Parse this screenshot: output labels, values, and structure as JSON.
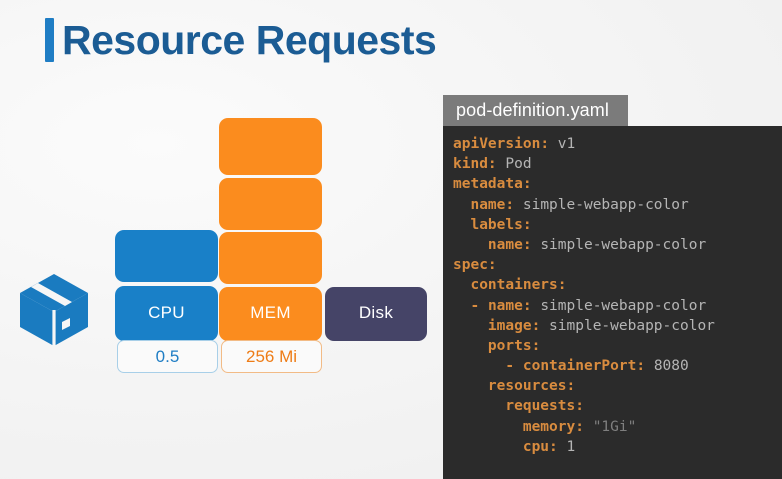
{
  "slide": {
    "background_color": "#f4f4f4",
    "title": "Resource Requests",
    "accent_color": "#1f7dc4",
    "title_color": "#1b5c94"
  },
  "pod_icon": {
    "name": "pod-cube-icon",
    "color": "#1a7bc0"
  },
  "chart_data": {
    "type": "bar",
    "title": "Resource Requests",
    "categories": [
      "CPU",
      "MEM",
      "Disk"
    ],
    "values": [
      2,
      4,
      1
    ],
    "unit_label": "blocks",
    "xlabel": "",
    "ylabel": "",
    "grid": false,
    "legend": "none",
    "series": [
      {
        "name": "CPU",
        "blocks": 2,
        "color": "#1980c8",
        "label": "CPU",
        "value_text": "0.5",
        "value_color": "#1f7dc4",
        "value_border": "#a8cfe8"
      },
      {
        "name": "MEM",
        "blocks": 4,
        "color": "#fb8c1e",
        "label": "MEM",
        "value_text": "256 Mi",
        "value_color": "#ee7c16",
        "value_border": "#f2bb86"
      },
      {
        "name": "Disk",
        "blocks": 1,
        "color": "#454467",
        "label": "Disk",
        "value_text": "",
        "value_color": "",
        "value_border": ""
      }
    ]
  },
  "code": {
    "tab_label": "pod-definition.yaml",
    "tab_color": "#7b7b7b",
    "panel_color": "#2b2b2b",
    "key_color": "#d98c3f",
    "value_color": "#b5b5b5",
    "lines": [
      {
        "indent": 0,
        "dash": false,
        "key": "apiVersion",
        "value": "v1",
        "quoted": false
      },
      {
        "indent": 0,
        "dash": false,
        "key": "kind",
        "value": "Pod",
        "quoted": false
      },
      {
        "indent": 0,
        "dash": false,
        "key": "metadata",
        "value": "",
        "quoted": false
      },
      {
        "indent": 1,
        "dash": false,
        "key": "name",
        "value": "simple-webapp-color",
        "quoted": false
      },
      {
        "indent": 1,
        "dash": false,
        "key": "labels",
        "value": "",
        "quoted": false
      },
      {
        "indent": 2,
        "dash": false,
        "key": "name",
        "value": "simple-webapp-color",
        "quoted": false
      },
      {
        "indent": 0,
        "dash": false,
        "key": "spec",
        "value": "",
        "quoted": false
      },
      {
        "indent": 1,
        "dash": false,
        "key": "containers",
        "value": "",
        "quoted": false
      },
      {
        "indent": 1,
        "dash": true,
        "key": "name",
        "value": "simple-webapp-color",
        "quoted": false
      },
      {
        "indent": 2,
        "dash": false,
        "key": "image",
        "value": "simple-webapp-color",
        "quoted": false
      },
      {
        "indent": 2,
        "dash": false,
        "key": "ports",
        "value": "",
        "quoted": false
      },
      {
        "indent": 3,
        "dash": true,
        "key": "containerPort",
        "value": "8080",
        "quoted": false
      },
      {
        "indent": 2,
        "dash": false,
        "key": "resources",
        "value": "",
        "quoted": false
      },
      {
        "indent": 3,
        "dash": false,
        "key": "requests",
        "value": "",
        "quoted": false
      },
      {
        "indent": 4,
        "dash": false,
        "key": "memory",
        "value": "1Gi",
        "quoted": true
      },
      {
        "indent": 4,
        "dash": false,
        "key": "cpu",
        "value": "1",
        "quoted": false
      }
    ]
  }
}
